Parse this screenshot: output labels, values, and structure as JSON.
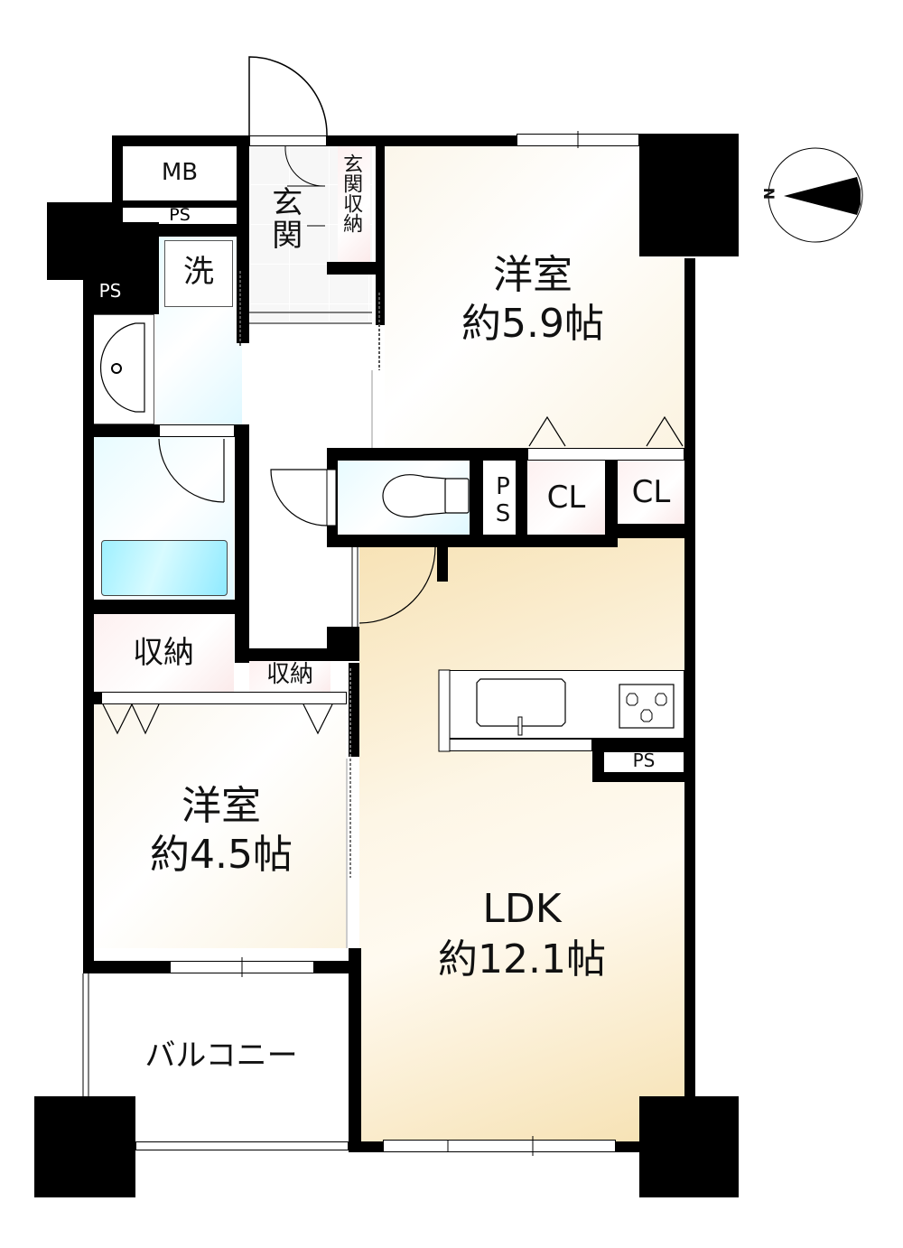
{
  "floor_plan": {
    "type": "apartment-floor-plan",
    "layout": "2LDK",
    "rooms": {
      "western_room_1": {
        "name": "洋室",
        "size": "約5.9帖"
      },
      "western_room_2": {
        "name": "洋室",
        "size": "約4.5帖"
      },
      "ldk": {
        "name": "LDK",
        "size": "約12.1帖"
      },
      "entrance": {
        "name": "玄関"
      },
      "entrance_storage": {
        "name": "玄関収納"
      },
      "washroom": {
        "name": "洗"
      },
      "storage_1": {
        "name": "収納"
      },
      "storage_2": {
        "name": "収納"
      },
      "closet_1": {
        "name": "CL"
      },
      "closet_2": {
        "name": "CL"
      },
      "meter_box": {
        "name": "MB"
      },
      "pipe_space_1": {
        "name": "PS"
      },
      "pipe_space_2": {
        "name": "PS"
      },
      "pipe_space_3": {
        "name": "PS"
      },
      "pipe_space_4": {
        "name": "PS"
      },
      "balcony": {
        "name": "バルコニー"
      }
    },
    "compass": {
      "label": "N",
      "direction": "west"
    },
    "colors": {
      "wall": "#000000",
      "living_floor": "#f7e2b5",
      "wet_area": "#e0f8ff",
      "storage": "#fdf0f0",
      "entrance_tile": "#f3f3f3"
    }
  }
}
